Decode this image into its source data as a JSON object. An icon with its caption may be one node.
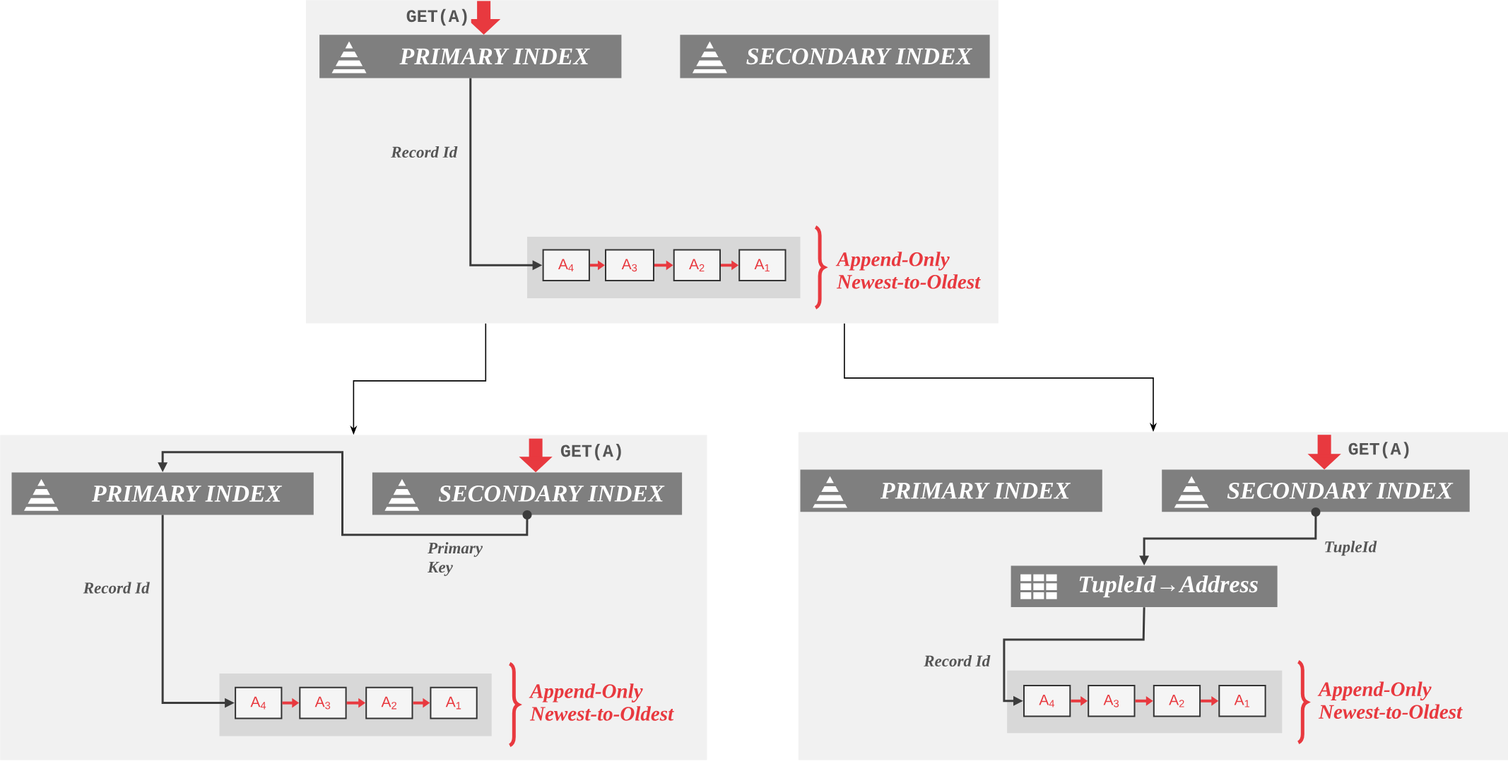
{
  "diagram": {
    "nodes": [
      {
        "text": [],
        "shape": "box"
      },
      {
        "text": [
          "PRIMARY INDEX"
        ],
        "in": 0
      },
      {
        "text": [
          "SECONDARY INDEX"
        ],
        "in": 0
      },
      {
        "text": [],
        "shape": "box",
        "in": 0,
        "beside": [
          "Append-Only Newest-to-Oldest"
        ]
      },
      {
        "text": [
          "A$_{4}$"
        ],
        "in": 3
      },
      {
        "text": [
          "A$_{3}$"
        ],
        "in": 3
      },
      {
        "text": [
          "A$_{2}$"
        ],
        "in": 3
      },
      {
        "text": [
          "A$_{1}$"
        ],
        "in": 3
      },
      {
        "text": [],
        "shape": "box"
      },
      {
        "text": [
          "PRIMARY INDEX"
        ],
        "in": 8
      },
      {
        "text": [
          "SECONDARY INDEX"
        ],
        "in": 8
      },
      {
        "text": [],
        "shape": "box",
        "in": 8,
        "beside": [
          "Append-Only Newest-to-Oldest"
        ]
      },
      {
        "text": [
          "A$_{4}$"
        ],
        "in": 11
      },
      {
        "text": [
          "A$_{3}$"
        ],
        "in": 11
      },
      {
        "text": [
          "A$_{2}$"
        ],
        "in": 11
      },
      {
        "text": [
          "A$_{1}$"
        ],
        "in": 11
      },
      {
        "text": [],
        "shape": "box"
      },
      {
        "text": [
          "PRIMARY INDEX"
        ],
        "in": 16
      },
      {
        "text": [
          "SECONDARY INDEX"
        ],
        "in": 16
      },
      {
        "text": [
          "TupleId→Address"
        ],
        "in": 16
      },
      {
        "text": [],
        "shape": "box",
        "in": 16,
        "beside": [
          "Append-Only Newest-to-Oldest"
        ]
      },
      {
        "text": [
          "A$_{4}$"
        ],
        "in": 20
      },
      {
        "text": [
          "A$_{3}$"
        ],
        "in": 20
      },
      {
        "text": [
          "A$_{2}$"
        ],
        "in": 20
      },
      {
        "text": [
          "A$_{1}$"
        ],
        "in": 20
      }
    ],
    "edges": [
      {
        "from": null,
        "to": 1,
        "arrow": "to",
        "label": "GET(A)",
        "style": "thick"
      },
      {
        "from": 1,
        "to": 4,
        "arrow": "to",
        "label": "Record Id",
        "color": "#3c3c3c"
      },
      {
        "from": 4,
        "to": 5,
        "arrow": "to"
      },
      {
        "from": 5,
        "to": 6,
        "arrow": "to"
      },
      {
        "from": 6,
        "to": 7,
        "arrow": "to"
      },
      {
        "from": 0,
        "to": 8,
        "arrow": "to",
        "color": "#000000"
      },
      {
        "from": 0,
        "to": 16,
        "arrow": "to",
        "color": "#000000"
      },
      {
        "from": null,
        "to": 10,
        "arrow": "to",
        "label": "GET(A)",
        "style": "thick"
      },
      {
        "from": 10,
        "to": 9,
        "arrow": "to",
        "label": "Primary Key",
        "color": "#3c3c3c"
      },
      {
        "from": 9,
        "to": 12,
        "arrow": "to",
        "label": "Record Id",
        "color": "#3c3c3c"
      },
      {
        "from": 12,
        "to": 13,
        "arrow": "to"
      },
      {
        "from": 13,
        "to": 14,
        "arrow": "to"
      },
      {
        "from": 14,
        "to": 15,
        "arrow": "to"
      },
      {
        "from": null,
        "to": 18,
        "arrow": "to",
        "label": "GET(A)",
        "style": "thick"
      },
      {
        "from": 18,
        "to": 19,
        "arrow": "to",
        "label": "TupleId",
        "color": "#3c3c3c"
      },
      {
        "from": 19,
        "to": 21,
        "arrow": "to",
        "label": "Record Id",
        "color": "#3c3c3c"
      },
      {
        "from": 21,
        "to": 22,
        "arrow": "to"
      },
      {
        "from": 22,
        "to": 23,
        "arrow": "to"
      },
      {
        "from": 23,
        "to": 24,
        "arrow": "to"
      }
    ]
  }
}
